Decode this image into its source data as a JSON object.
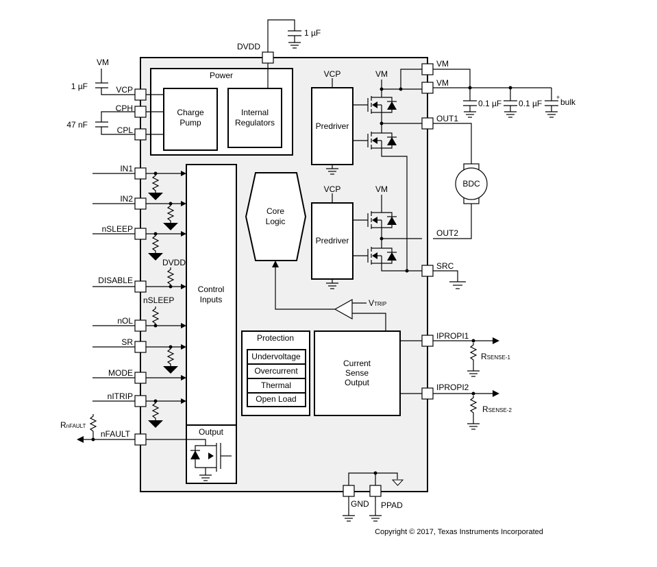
{
  "power_block": {
    "title": "Power",
    "charge_pump": [
      "Charge",
      "Pump"
    ],
    "internal_regulators": [
      "Internal",
      "Regulators"
    ]
  },
  "pins_left": {
    "vcp": "VCP",
    "cph": "CPH",
    "cpl": "CPL",
    "in1": "IN1",
    "in2": "IN2",
    "nsleep": "nSLEEP",
    "disable": "DISABLE",
    "nol": "nOL",
    "sr": "SR",
    "mode": "MODE",
    "nitrip": "nITRIP",
    "nfault": "nFAULT"
  },
  "pins_right": {
    "vm1": "VM",
    "vm2": "VM",
    "out1": "OUT1",
    "out2": "OUT2",
    "src": "SRC",
    "ipropi1": "IPROPI1",
    "ipropi2": "IPROPI2"
  },
  "pins_top": {
    "dvdd": "DVDD"
  },
  "pins_bottom": {
    "gnd": "GND",
    "ppad": "PPAD"
  },
  "external": {
    "vm_label": "VM",
    "vcp_cap": "1 µF",
    "cp_cap": "47 nF",
    "dvdd_cap": "1 µF",
    "vm_cap1": "0.1 µF",
    "vm_cap2": "0.1 µF",
    "bulk": "bulk",
    "bulk_plus": "+",
    "motor": "BDC",
    "rnfault": {
      "main": "R",
      "sub": "nFAULT"
    },
    "rsense1": {
      "main": "R",
      "sub": "SENSE-1"
    },
    "rsense2": {
      "main": "R",
      "sub": "SENSE-2"
    }
  },
  "internal": {
    "dvdd_pullup": "DVDD",
    "nsleep_pullup": "nSLEEP",
    "control_inputs": [
      "Control",
      "Inputs"
    ],
    "output": "Output",
    "core_logic": [
      "Core",
      "Logic"
    ],
    "predriver1": "Predriver",
    "predriver2": "Predriver",
    "vcp1": "VCP",
    "vcp2": "VCP",
    "vm_fet1": "VM",
    "vm_fet2": "VM",
    "vtrip": {
      "main": "V",
      "sub": "TRIP"
    },
    "protection": {
      "title": "Protection",
      "items": [
        "Undervoltage",
        "Overcurrent",
        "Thermal",
        "Open Load"
      ]
    },
    "current_sense": [
      "Current",
      "Sense",
      "Output"
    ]
  },
  "copyright": "Copyright © 2017, Texas Instruments Incorporated"
}
